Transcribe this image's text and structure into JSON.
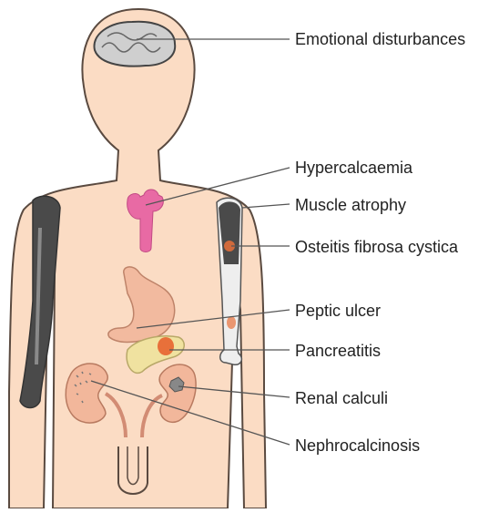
{
  "colors": {
    "skin": "#fbdcc4",
    "outline": "#5a4a40",
    "bone_dark": "#4a4a4a",
    "bone_light": "#eeeeee",
    "organ": "#f2b79b",
    "aorta": "#e86aa4",
    "lesion": "#e8703a",
    "leader": "#555555"
  },
  "labels": [
    {
      "id": "emotional",
      "text": "Emotional disturbances",
      "icon": "brain-icon"
    },
    {
      "id": "hypercalcaemia",
      "text": "Hypercalcaemia",
      "icon": "aorta-icon"
    },
    {
      "id": "muscle",
      "text": "Muscle atrophy",
      "icon": "arm-muscle-icon"
    },
    {
      "id": "osteitis",
      "text": "Osteitis fibrosa cystica",
      "icon": "bone-lesion-icon"
    },
    {
      "id": "peptic",
      "text": "Peptic ulcer",
      "icon": "stomach-icon"
    },
    {
      "id": "pancreatitis",
      "text": "Pancreatitis",
      "icon": "pancreas-icon"
    },
    {
      "id": "renal",
      "text": "Renal calculi",
      "icon": "kidney-stone-icon"
    },
    {
      "id": "nephro",
      "text": "Nephrocalcinosis",
      "icon": "kidney-icon"
    }
  ]
}
